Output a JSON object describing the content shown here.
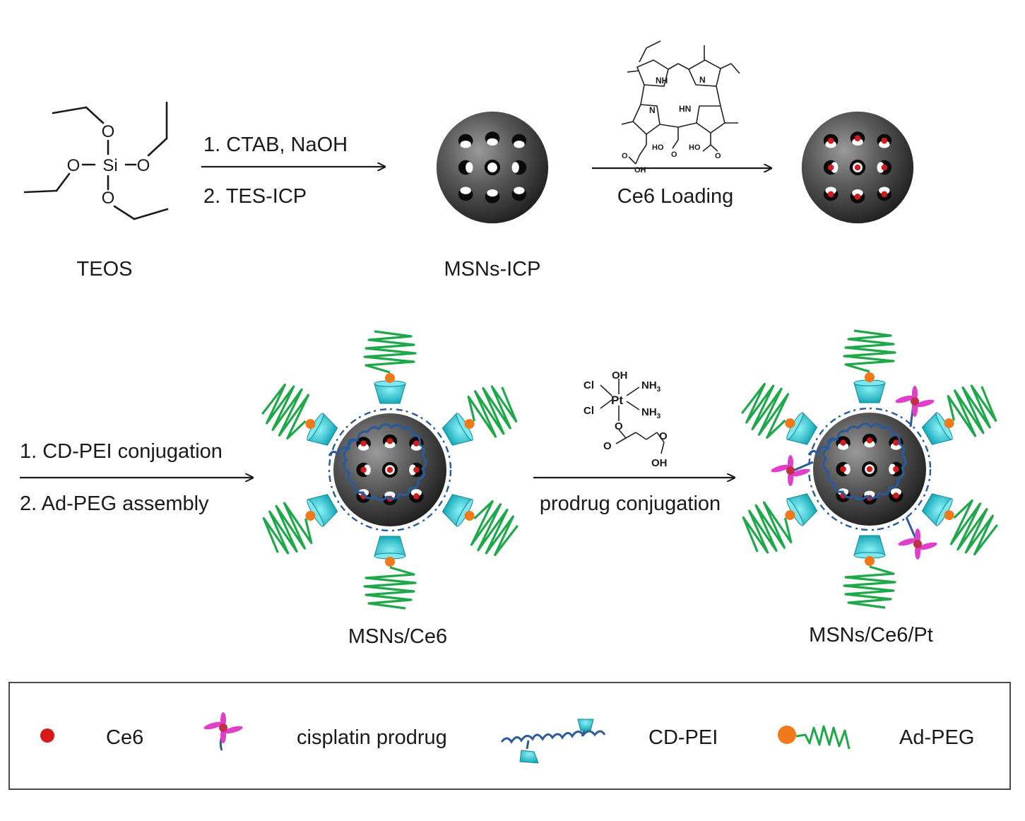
{
  "step1": {
    "reactant": {
      "name": "TEOS",
      "atoms": {
        "o": "O",
        "si": "Si"
      }
    },
    "arrow_top": "1. CTAB, NaOH",
    "arrow_bottom": "2. TES-ICP",
    "product": "MSNs-ICP"
  },
  "step2": {
    "arrow_bottom": "Ce6 Loading",
    "ce6_atoms": {
      "nh": "NH",
      "n": "N",
      "hn": "HN",
      "ho": "HO",
      "oh": "OH",
      "o": "O"
    }
  },
  "step3": {
    "arrow_top": "1. CD-PEI conjugation",
    "arrow_bottom": "2. Ad-PEG assembly",
    "product": "MSNs/Ce6"
  },
  "step4": {
    "prodrug_atoms": {
      "oh": "OH",
      "cl": "Cl",
      "pt": "Pt",
      "nh3": "NH",
      "sub3": "3",
      "o": "O"
    },
    "arrow_bottom": "prodrug conjugation",
    "product": "MSNs/Ce6/Pt"
  },
  "legend": {
    "items": [
      {
        "icon": "red-dot-icon",
        "label": "Ce6"
      },
      {
        "icon": "cisplatin-prodrug-icon",
        "label": "cisplatin prodrug"
      },
      {
        "icon": "cd-pei-icon",
        "label": "CD-PEI"
      },
      {
        "icon": "ad-peg-icon",
        "label": "Ad-PEG"
      }
    ]
  },
  "colors": {
    "sphere": "#3a3a3a",
    "ce6": "#d61a1a",
    "cyclodextrin": "#2fd0dc",
    "adamantane": "#f07a1a",
    "peg": "#1fa84a",
    "pei": "#2a5a9a",
    "prodrug": "#e040c8"
  }
}
